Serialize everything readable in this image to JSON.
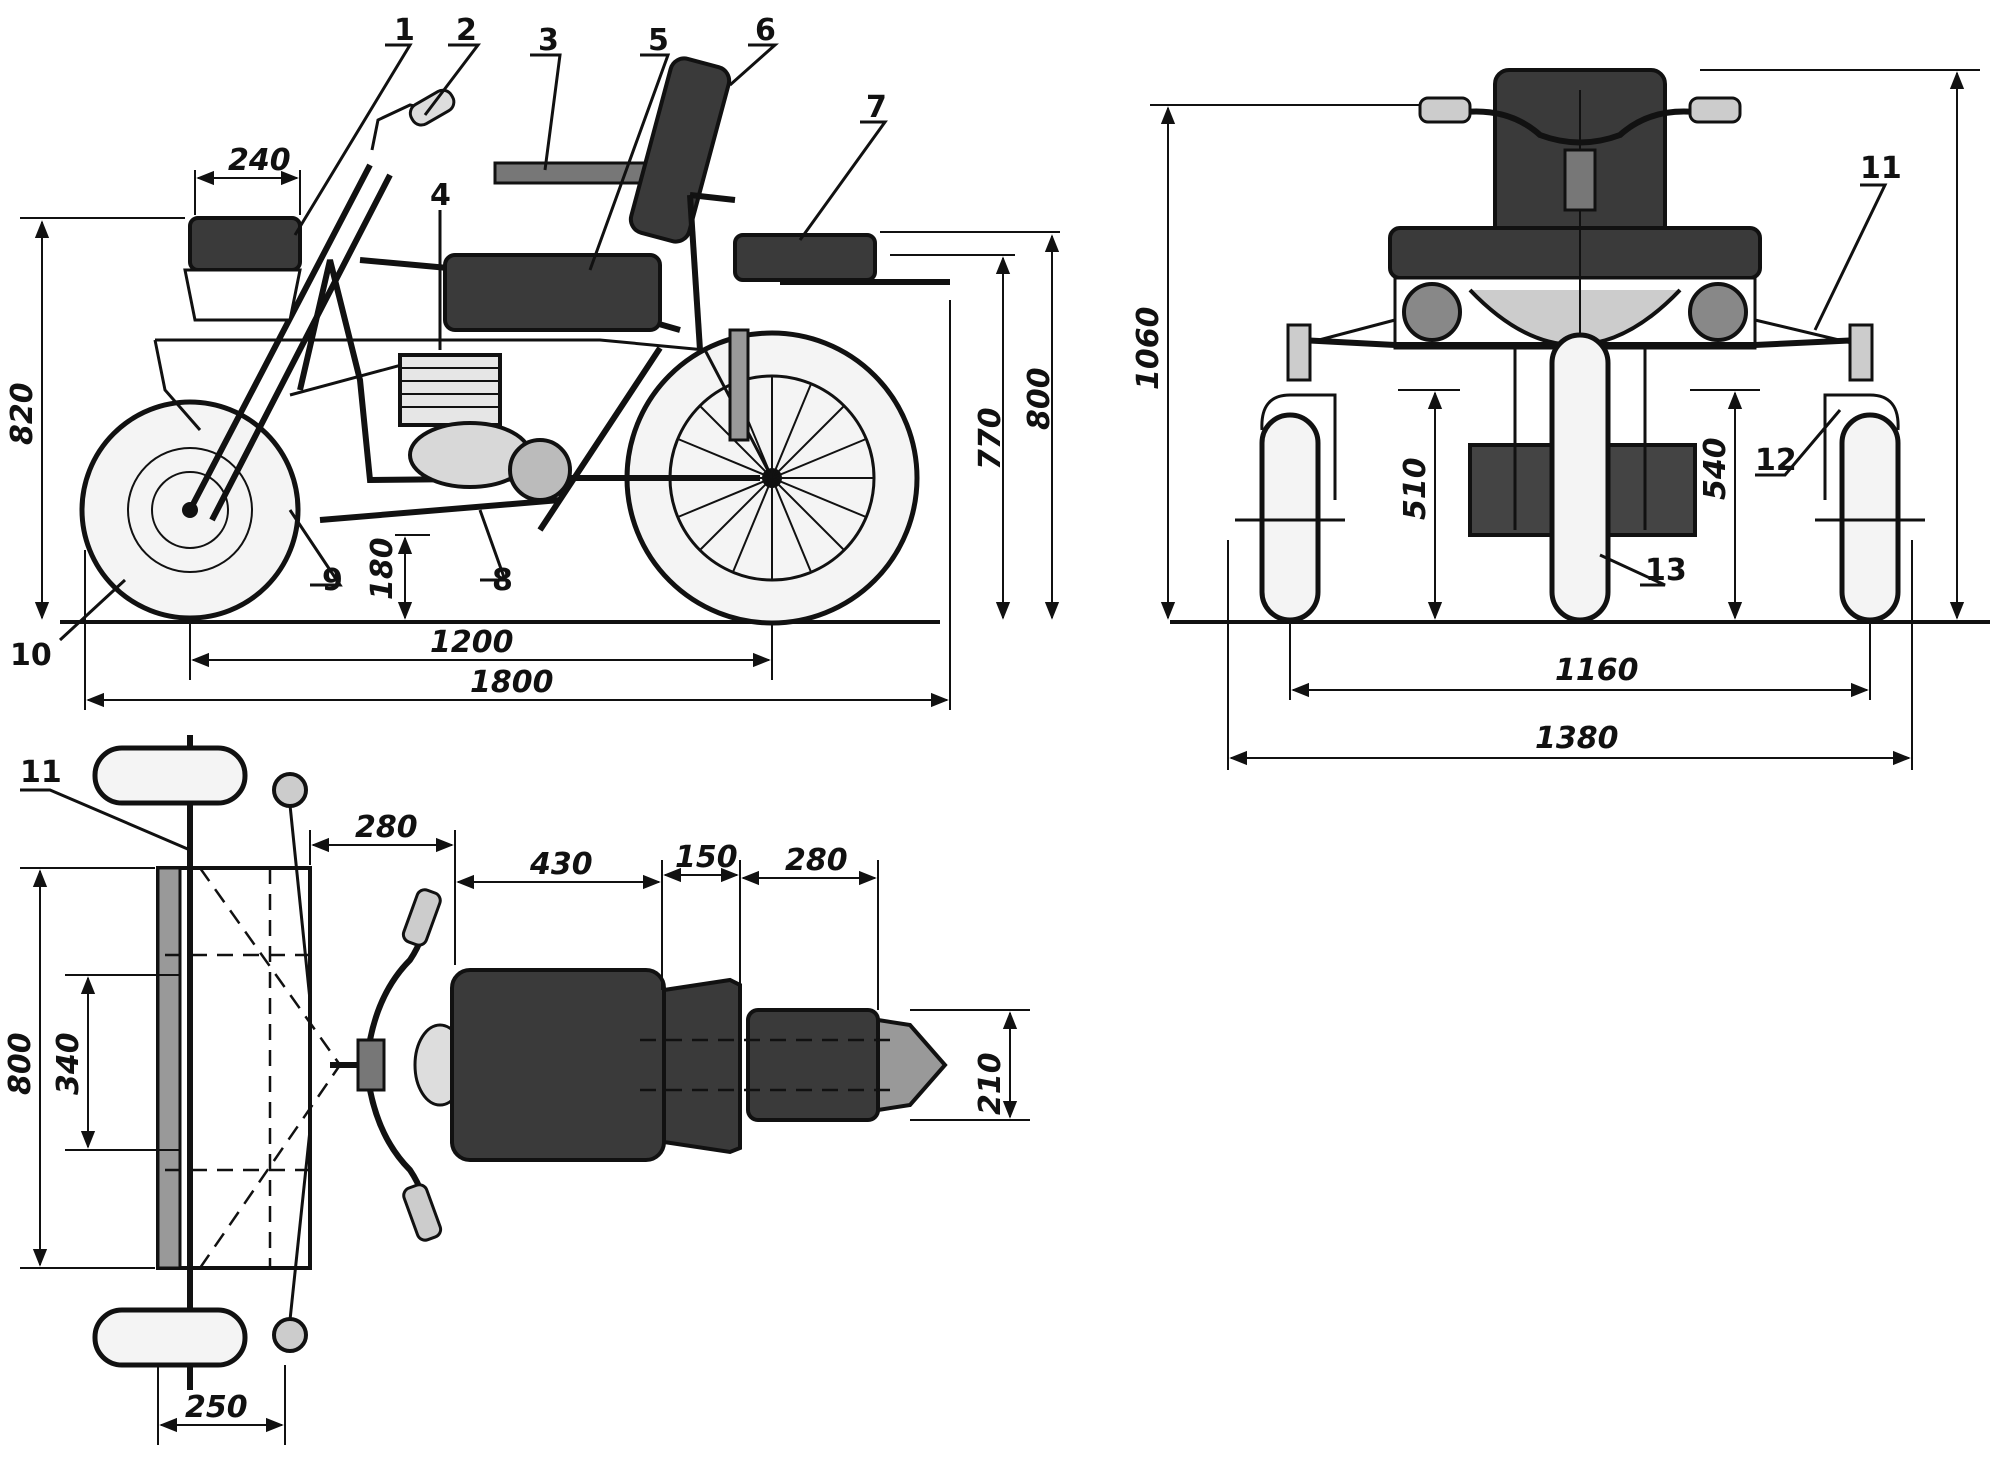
{
  "side_view": {
    "callouts": [
      "1",
      "2",
      "3",
      "4",
      "5",
      "6",
      "7",
      "8",
      "9",
      "10"
    ],
    "dimensions": {
      "seat_width": "240",
      "total_height": "820",
      "ground_clearance": "180",
      "wheelbase": "1200",
      "total_length": "1800",
      "rear_height_770": "770",
      "rear_height_800": "800"
    }
  },
  "front_view": {
    "callouts": [
      "11",
      "12",
      "13"
    ],
    "dimensions": {
      "height": "1060",
      "height_510": "510",
      "height_540": "540",
      "track": "1160",
      "overall_width": "1380"
    }
  },
  "top_view": {
    "callouts": [
      "11"
    ],
    "dimensions": {
      "gap_280": "280",
      "seat_430": "430",
      "seat_150": "150",
      "seat_280": "280",
      "width_800": "800",
      "width_340": "340",
      "tail_210": "210",
      "wheel_250": "250"
    }
  }
}
